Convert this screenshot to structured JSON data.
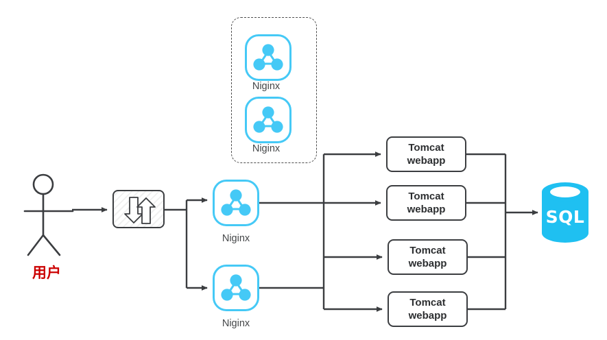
{
  "diagram": {
    "title": "Nginx load-balanced Tomcat cluster architecture",
    "colors": {
      "nginx_blue": "#45C9F6",
      "sql_blue": "#1FC0F1",
      "line_gray": "#3b3d40",
      "user_red": "#cc0000",
      "label_gray": "#444648"
    },
    "actor": {
      "name": "user-actor",
      "label": "用户",
      "icon": "stick-figure-icon"
    },
    "load_balancer": {
      "name": "load-balancer",
      "icon": "bidirectional-arrow-icon",
      "label": ""
    },
    "standby_group": {
      "name": "standby-nginx-group",
      "border_style": "dash-dot",
      "nodes": [
        {
          "label": "Niginx",
          "icon": "nginx-cluster-icon"
        },
        {
          "label": "Niginx",
          "icon": "nginx-cluster-icon"
        }
      ]
    },
    "active_nginx": [
      {
        "label": "Niginx",
        "icon": "nginx-cluster-icon"
      },
      {
        "label": "Niginx",
        "icon": "nginx-cluster-icon"
      }
    ],
    "app_servers": [
      {
        "line1": "Tomcat",
        "line2": "webapp"
      },
      {
        "line1": "Tomcat",
        "line2": "webapp"
      },
      {
        "line1": "Tomcat",
        "line2": "webapp"
      },
      {
        "line1": "Tomcat",
        "line2": "webapp"
      }
    ],
    "database": {
      "name": "sql-database",
      "label": "SQL",
      "icon": "database-cylinder-icon"
    }
  }
}
